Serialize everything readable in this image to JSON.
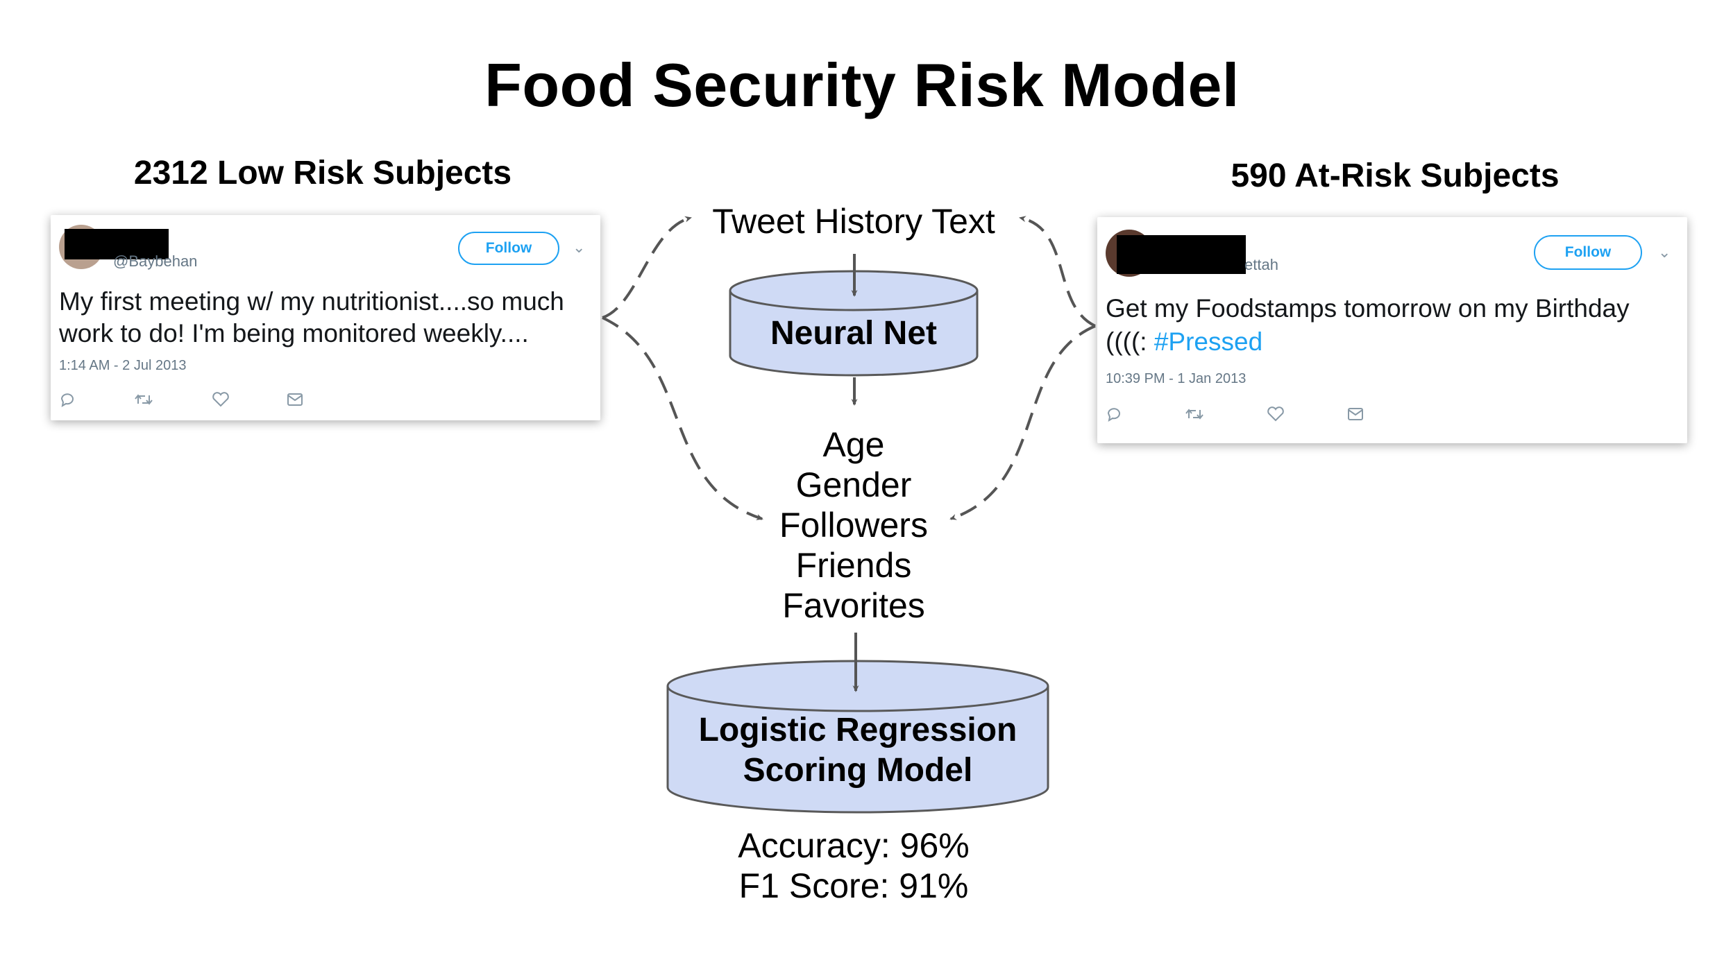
{
  "title": "Food Security Risk Model",
  "low_risk": {
    "heading": "2312 Low Risk Subjects",
    "tweet": {
      "handle": "@Baybehan",
      "follow_label": "Follow",
      "text": "My first meeting w/ my nutritionist....so much work to do! I'm being monitored weekly....",
      "timestamp": "1:14 AM - 2 Jul 2013"
    }
  },
  "at_risk": {
    "heading": "590 At-Risk Subjects",
    "tweet": {
      "handle": "ettah",
      "follow_label": "Follow",
      "text": "Get my Foodstamps tomorrow on my Birthday ((((: ",
      "hashtag": "#Pressed",
      "timestamp": "10:39 PM - 1 Jan 2013"
    }
  },
  "tweet_history_label": "Tweet History Text",
  "neural_net_label": "Neural Net",
  "features": [
    "Age",
    "Gender",
    "Followers",
    "Friends",
    "Favorites"
  ],
  "model_label_line1": "Logistic Regression",
  "model_label_line2": "Scoring Model",
  "metrics": {
    "accuracy": "Accuracy: 96%",
    "f1": "F1 Score: 91%"
  },
  "colors": {
    "cylinder_fill": "#cfdaf5",
    "cylinder_stroke": "#595959",
    "arrow": "#555555",
    "twitter_blue": "#1da1f2"
  }
}
